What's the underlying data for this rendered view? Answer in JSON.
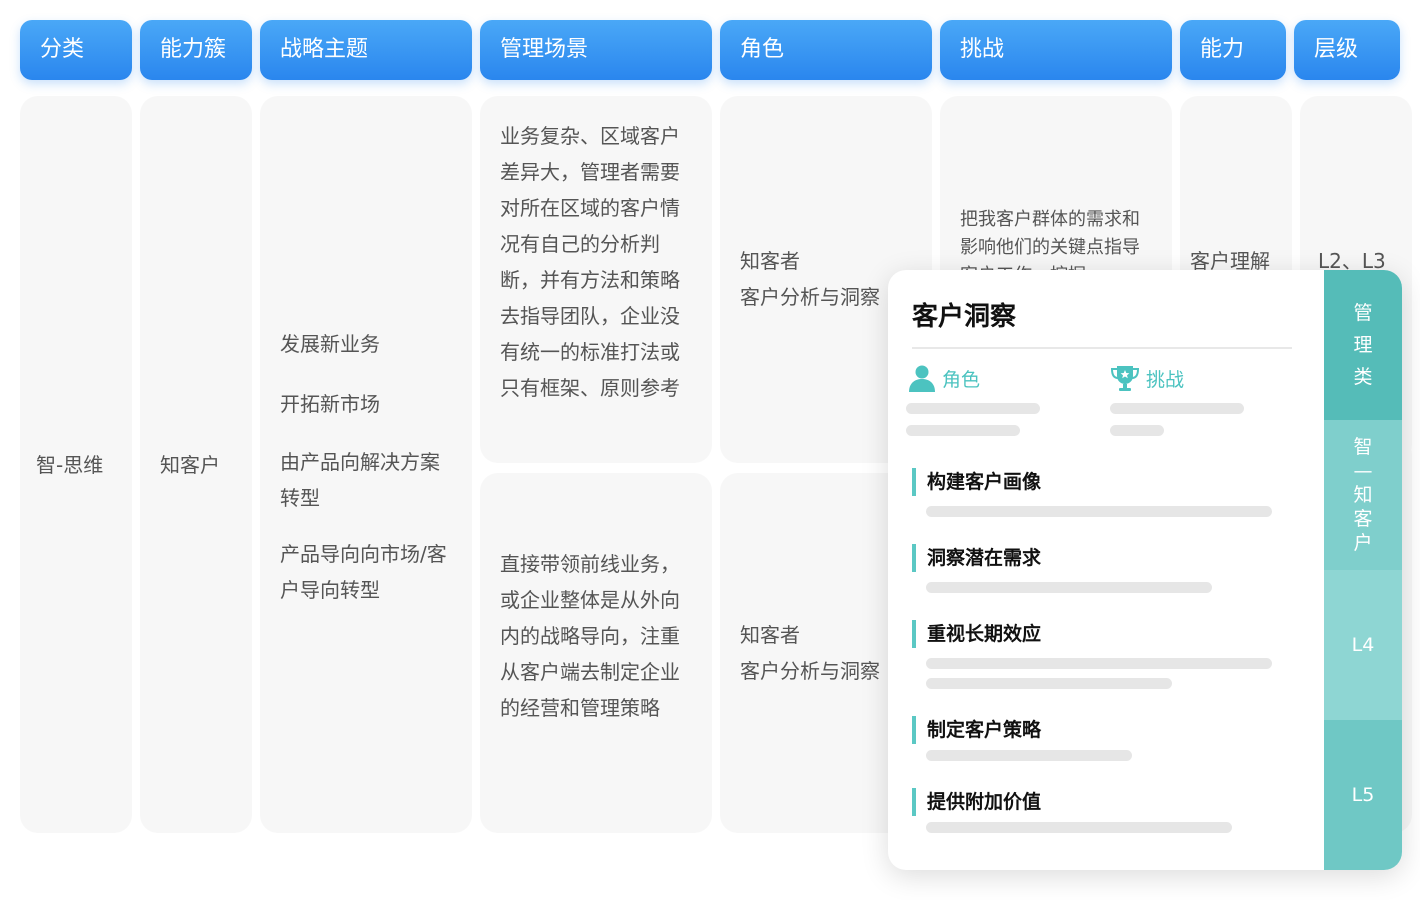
{
  "headers": [
    "分类",
    "能力簇",
    "战略主题",
    "管理场景",
    "角色",
    "挑战",
    "能力",
    "层级"
  ],
  "row": {
    "category": "智-思维",
    "cluster": "知客户",
    "themes": [
      "发展新业务",
      "开拓新市场",
      "由产品向解决方案转型",
      "产品导向向市场/客户导向转型"
    ],
    "scenarios": [
      "业务复杂、区域客户差异大，管理者需要对所在区域的客户情况有自己的分析判断，并有方法和策略去指导团队，企业没有统一的标准打法或只有框架、原则参考",
      "直接带领前线业务，或企业整体是从外向内的战略导向，注重从客户端去制定企业的经营和管理策略"
    ],
    "roles": [
      "知客者\n客户分析与洞察",
      "知客者\n客户分析与洞察"
    ],
    "challenge": "把我客户群体的需求和影响他们的关键点指导客户工作，挖掘",
    "ability": "客户理解",
    "level": "L2、L3"
  },
  "card": {
    "title": "客户洞察",
    "tab_role": "角色",
    "tab_challenge": "挑战",
    "items": [
      "构建客户画像",
      "洞察潜在需求",
      "重视长期效应",
      "制定客户策略",
      "提供附加价值"
    ],
    "side": [
      {
        "label": "管理类",
        "color": "#55bcb8"
      },
      {
        "label": "智—知客户",
        "color": "#7fcfcc"
      },
      {
        "label": "L4",
        "color": "#8ed6d3"
      },
      {
        "label": "L5",
        "color": "#6fc8c5"
      }
    ]
  },
  "colors": {
    "header": "#2a86ee",
    "accent": "#5bc8c4",
    "column_bg": "#f7f7f7"
  }
}
